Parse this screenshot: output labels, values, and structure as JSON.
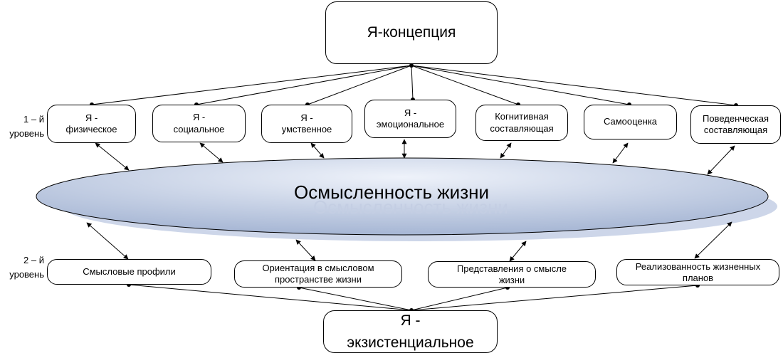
{
  "top": {
    "label": "Я-концепция"
  },
  "level_labels": {
    "level1": "1 – й\nуровень",
    "level2": "2 – й\nуровень"
  },
  "level1": [
    "Я -\nфизическое",
    "Я -\nсоциальное",
    "Я -\nумственное",
    "Я -\nэмоциональное",
    "Когнитивная\nсоставляющая",
    "Самооценка",
    "Поведенческая\nсоставляющая"
  ],
  "center": {
    "label": "Осмысленность жизни"
  },
  "level2": [
    "Смысловые профили",
    "Ориентация в смысловом\nпространстве жизни",
    "Представления о смысле\nжизни",
    "Реализованность жизненных\nпланов"
  ],
  "bottom": {
    "label": "Я -\nэкзистенциальное"
  },
  "colors": {
    "ellipse_light": "#eef2fa",
    "ellipse_dark": "#a6b6d4",
    "ellipse_shadow": "#cdd6e9",
    "line": "#000000"
  }
}
